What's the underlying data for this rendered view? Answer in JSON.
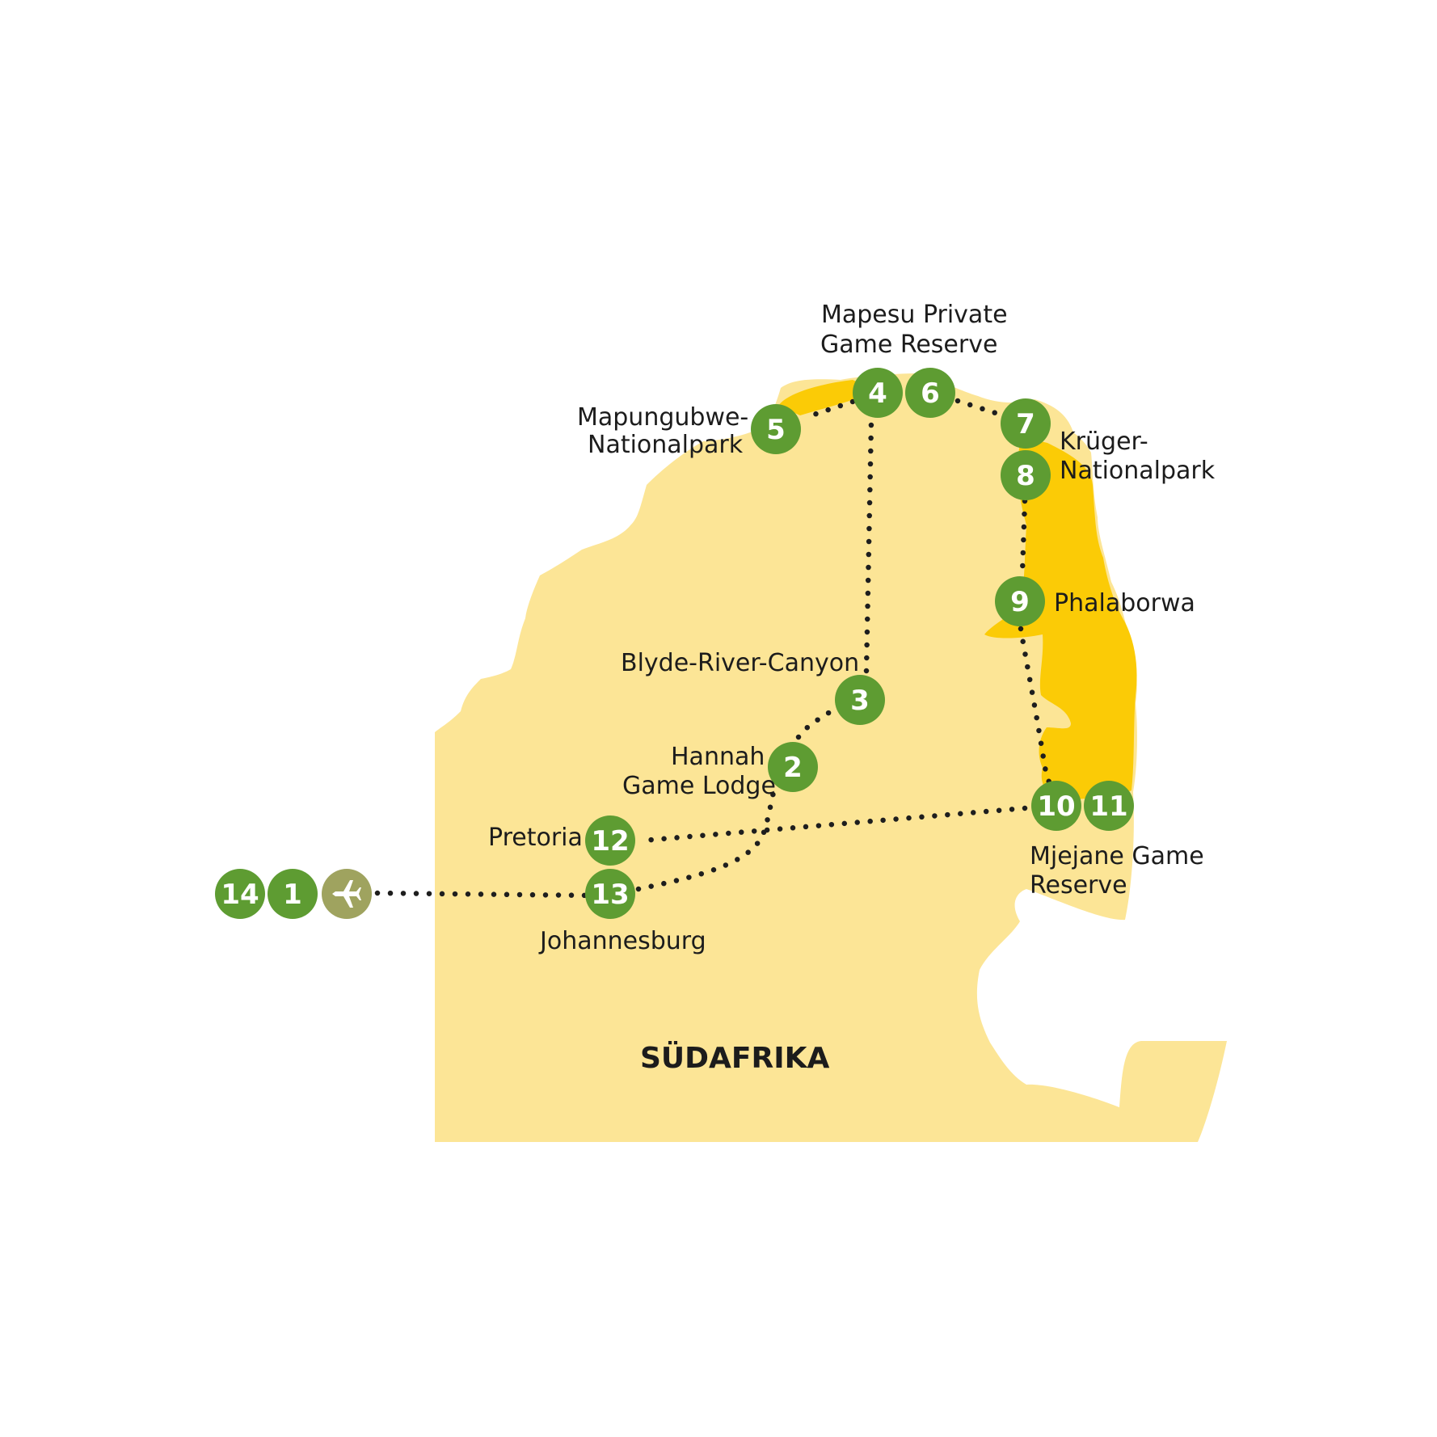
{
  "map": {
    "country_label": "SÜDAFRIKA",
    "colors": {
      "land": "#FCE596",
      "park": "#FBCB06",
      "stop": "#5E9C32",
      "airport": "#9FA35F",
      "route": "#1E1E1E",
      "text": "#1C1C1C"
    },
    "airport_icon": "airplane-icon",
    "stops": [
      {
        "number": "1"
      },
      {
        "number": "2"
      },
      {
        "number": "3"
      },
      {
        "number": "4"
      },
      {
        "number": "5"
      },
      {
        "number": "6"
      },
      {
        "number": "7"
      },
      {
        "number": "8"
      },
      {
        "number": "9"
      },
      {
        "number": "10"
      },
      {
        "number": "11"
      },
      {
        "number": "12"
      },
      {
        "number": "13"
      },
      {
        "number": "14"
      }
    ],
    "places": {
      "mapesu": [
        "Mapesu Private",
        "Game Reserve"
      ],
      "mapungubwe": [
        "Mapungubwe-",
        "Nationalpark"
      ],
      "kruger": [
        "Krüger-",
        "Nationalpark"
      ],
      "phalaborwa": "Phalaborwa",
      "blyde": "Blyde-River-Canyon",
      "hannah": [
        "Hannah",
        "Game Lodge"
      ],
      "pretoria": "Pretoria",
      "mjejane": [
        "Mjejane Game",
        "Reserve"
      ],
      "johannesburg": "Johannesburg"
    }
  }
}
